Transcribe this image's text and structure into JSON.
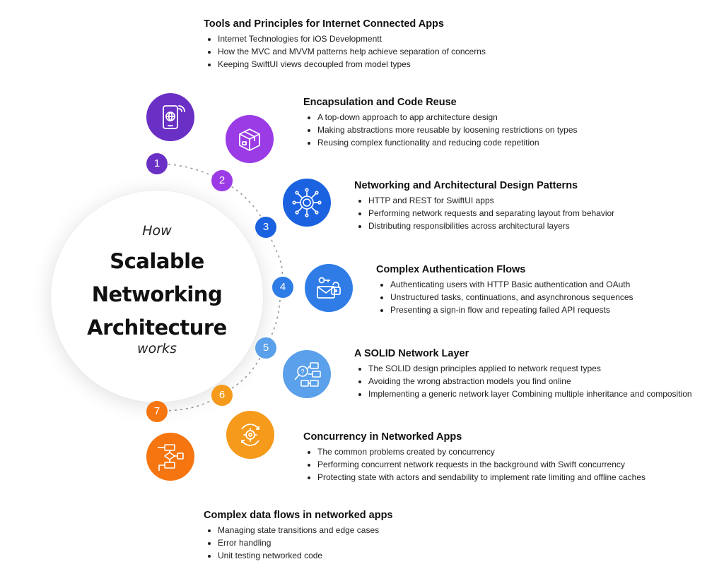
{
  "center": {
    "pre": "How",
    "title_lines": [
      "Scalable",
      "Networking",
      "Architecture"
    ],
    "post": "works"
  },
  "steps": [
    {
      "number": "1",
      "color": "#6a2fc4",
      "icon": "mobile-globe-icon"
    },
    {
      "number": "2",
      "color": "#9a3be6",
      "icon": "open-box-icon"
    },
    {
      "number": "3",
      "color": "#1a62e0",
      "icon": "network-chip-icon"
    },
    {
      "number": "4",
      "color": "#2f7ce6",
      "icon": "mail-key-lock-icon"
    },
    {
      "number": "5",
      "color": "#5aa0ea",
      "icon": "document-search-flow-icon"
    },
    {
      "number": "6",
      "color": "#f59a1b",
      "icon": "gear-cycle-icon"
    },
    {
      "number": "7",
      "color": "#f57510",
      "icon": "flowchart-icon"
    }
  ],
  "sections": [
    {
      "title": "Tools and Principles for Internet Connected Apps",
      "items": [
        "Internet Technologies for iOS Developmentt",
        "How the MVC and MVVM patterns help achieve separation of concerns",
        "Keeping SwiftUI views decoupled from model types"
      ]
    },
    {
      "title": "Encapsulation and Code Reuse",
      "items": [
        "A top-down approach to app architecture design",
        "Making abstractions more reusable by loosening restrictions on types",
        "Reusing complex functionality and reducing code repetition"
      ]
    },
    {
      "title": "Networking and Architectural Design Patterns",
      "items": [
        "HTTP and REST for SwiftUI apps",
        "Performing network requests and separating layout from behavior",
        "Distributing responsibilities across architectural layers"
      ]
    },
    {
      "title": "Complex Authentication Flows",
      "items": [
        "Authenticating users with HTTP Basic authentication and OAuth",
        "Unstructured tasks, continuations, and asynchronous sequences",
        "Presenting a sign-in flow and repeating failed API requests"
      ]
    },
    {
      "title": "A SOLID Network Layer",
      "items": [
        "The SOLID design principles applied to network request types",
        "Avoiding the wrong abstraction models you find online",
        "Implementing a generic network layer Combining multiple inheritance and composition"
      ]
    },
    {
      "title": "Concurrency in Networked Apps",
      "items": [
        "The common problems created by concurrency",
        "Performing concurrent network requests in the background with Swift concurrency",
        "Protecting state with actors and sendability to implement rate limiting and offline caches"
      ]
    },
    {
      "title": "Complex data flows in networked apps",
      "items": [
        "Managing state transitions and edge cases",
        "Error handling",
        "Unit testing networked code"
      ]
    }
  ]
}
